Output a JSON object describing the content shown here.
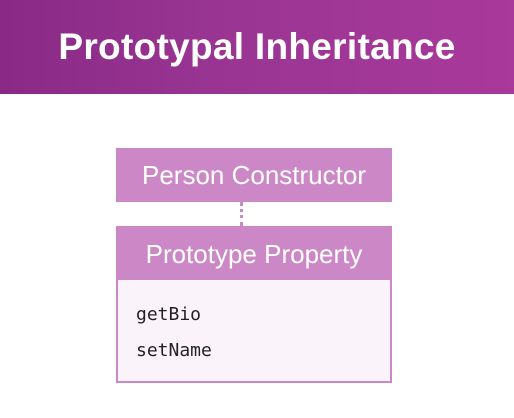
{
  "header": {
    "title": "Prototypal Inheritance"
  },
  "diagram": {
    "constructor_label": "Person Constructor",
    "prototype_label": "Prototype Property",
    "methods": [
      "getBio",
      "setName"
    ]
  },
  "colors": {
    "header_bg": "#9a3593",
    "box_fill": "#cc88c6",
    "panel_bg": "#fbf3fa"
  }
}
